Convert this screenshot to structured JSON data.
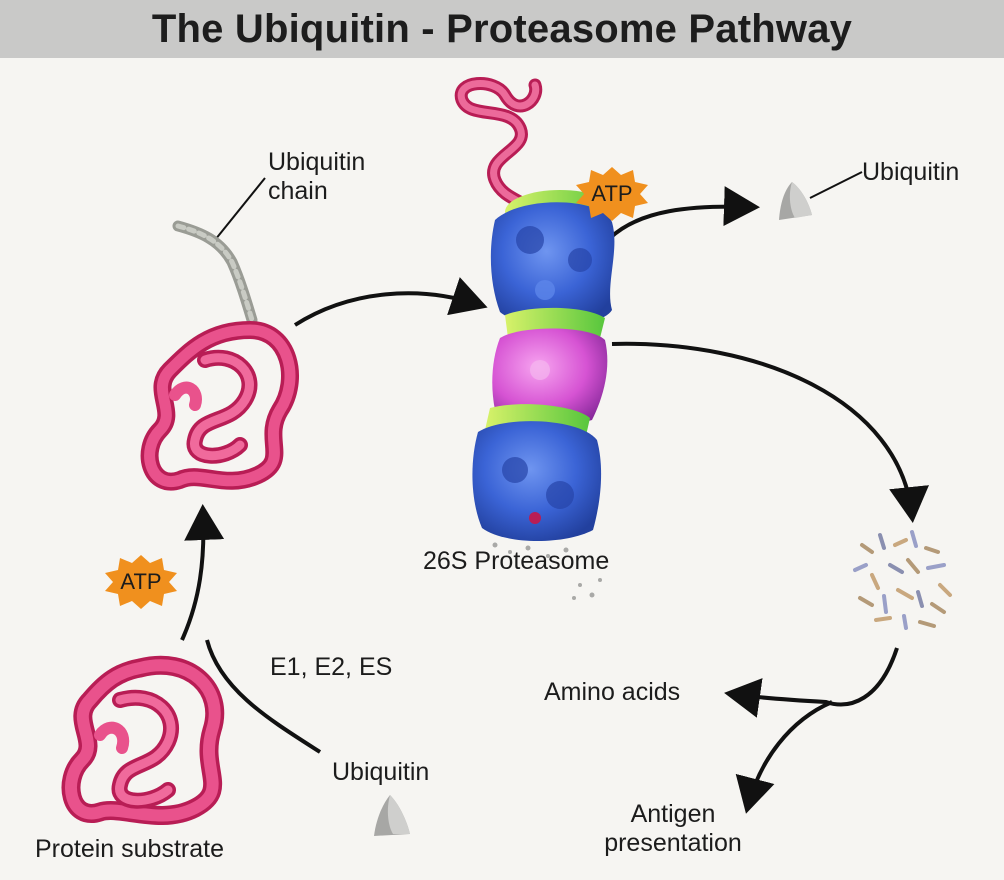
{
  "title": "The Ubiquitin - Proteasome Pathway",
  "labels": {
    "ubiquitin_chain": [
      "Ubiquitin",
      "chain"
    ],
    "ubiquitin_top": "Ubiquitin",
    "proteasome": "26S Proteasome",
    "enzymes": "E1, E2, ES",
    "ubiquitin_bottom": "Ubiquitin",
    "protein_substrate": "Protein substrate",
    "amino_acids": "Amino acids",
    "antigen_presentation": [
      "Antigen",
      "presentation"
    ]
  },
  "atp_badges": {
    "left": "ATP",
    "top": "ATP"
  },
  "colors": {
    "protein": "#e0407c",
    "protein_dark": "#b81d55",
    "proteasome_blue": "#3a62d6",
    "proteasome_magenta": "#d84fd6",
    "proteasome_green": "#8fe05a",
    "atp_burst": "#f0901e",
    "ubiquitin_grey": "#a7a7a5"
  }
}
